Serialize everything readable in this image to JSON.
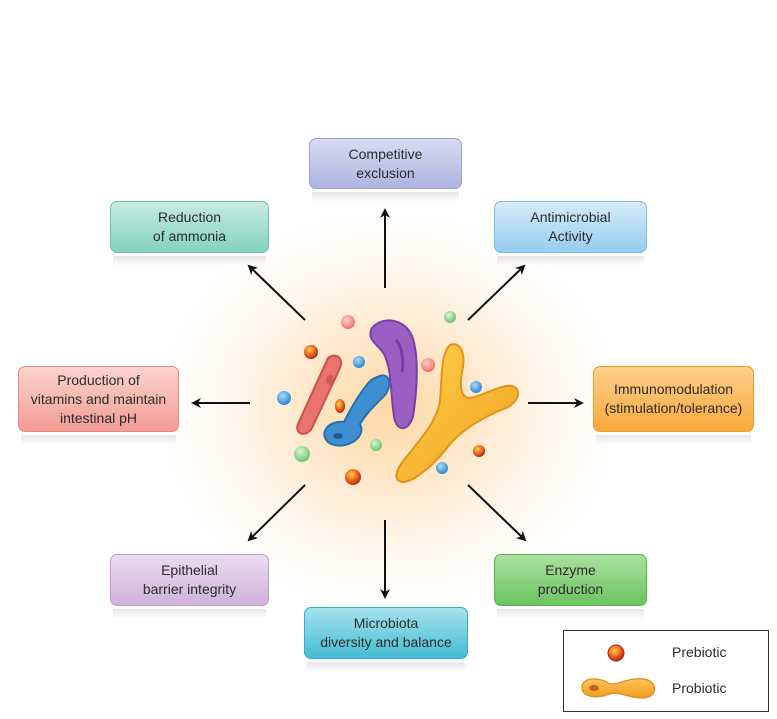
{
  "diagram": {
    "center": "probiotic and prebiotic microorganisms",
    "boxes": {
      "competitive_exclusion": "Competitive exclusion",
      "reduction_ammonia": "Reduction of ammonia",
      "antimicrobial": "Antimicrobial Activity",
      "vitamins": "Production of vitamins and maintain intestinal pH",
      "immunomodulation": "Immunomodulation (stimulation/tolerance)",
      "epithelial": "Epithelial barrier integrity",
      "enzyme": "Enzyme production",
      "microbiota": "Microbiota diversity and balance"
    },
    "box_lines": {
      "competitive_exclusion": [
        "Competitive",
        "exclusion"
      ],
      "reduction_ammonia": [
        "Reduction",
        "of ammonia"
      ],
      "antimicrobial": [
        "Antimicrobial",
        "Activity"
      ],
      "vitamins": [
        "Production of",
        "vitamins and maintain",
        "intestinal pH"
      ],
      "immunomodulation": [
        "Immunomodulation",
        "(stimulation/tolerance)"
      ],
      "epithelial": [
        "Epithelial",
        "barrier integrity"
      ],
      "enzyme": [
        "Enzyme",
        "production"
      ],
      "microbiota": [
        "Microbiota",
        "diversity and balance"
      ]
    },
    "colors": {
      "competitive_exclusion": "#aeb4e0",
      "reduction_ammonia": "#84d2bd",
      "antimicrobial": "#95cdee",
      "vitamins": "#f39c94",
      "immunomodulation": "#f9a93a",
      "epithelial": "#cfb2db",
      "enzyme": "#6cc461",
      "microbiota": "#45bdd3"
    }
  },
  "legend": {
    "prebiotic": "Prebiotic",
    "probiotic": "Probiotic"
  }
}
